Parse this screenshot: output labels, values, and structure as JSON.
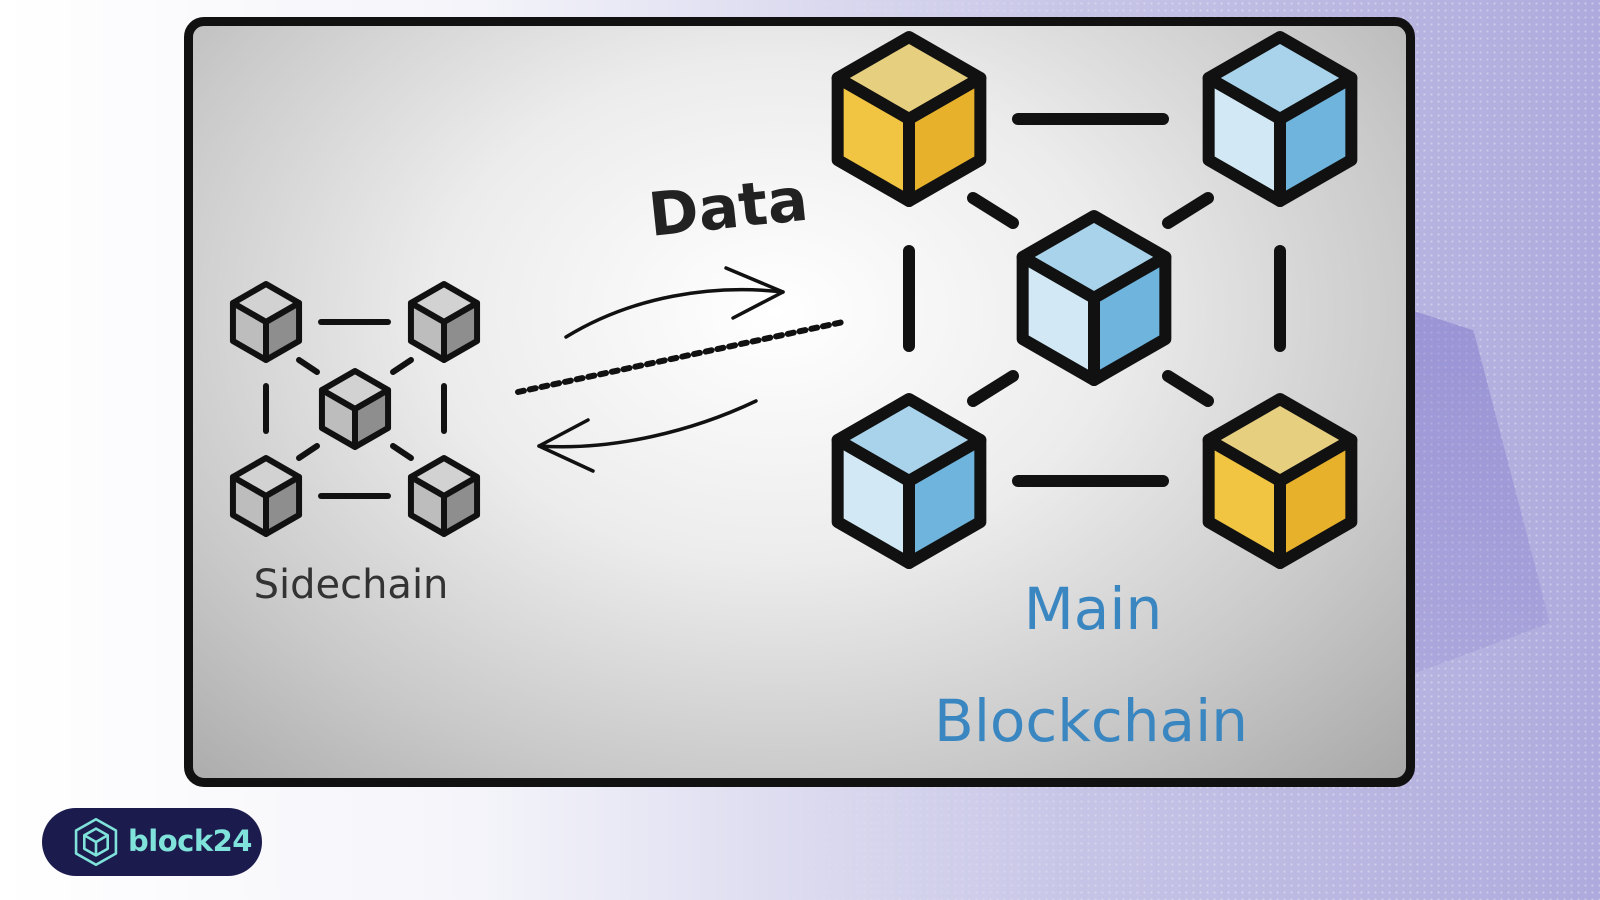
{
  "diagram": {
    "data_label": "Data",
    "sidechain_label": "Sidechain",
    "main_label_line1": "Main",
    "main_label_line2": "Blockchain"
  },
  "logo": {
    "text": "block24"
  },
  "colors": {
    "cube_yellow_top": "#e6cf7f",
    "cube_yellow_left": "#f1c542",
    "cube_yellow_right": "#e7b12c",
    "cube_blue_top": "#a8d3ea",
    "cube_blue_left": "#d2e9f5",
    "cube_blue_right": "#6eb4dc",
    "cube_gray_top": "#d2d2d2",
    "cube_gray_left": "#bdbdbd",
    "cube_gray_right": "#8e8e8e",
    "label_blue": "#3a86c1",
    "logo_bg": "#1c1b4d",
    "logo_fg": "#7fe3dc"
  }
}
